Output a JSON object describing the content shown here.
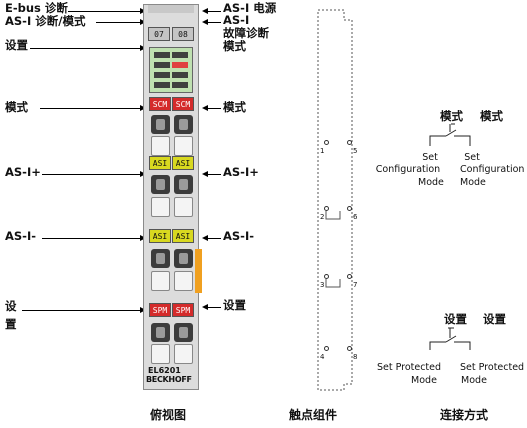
{
  "left_labels": {
    "ebus_diag": "E-bus 诊断",
    "asi_diag_mode": "AS-I 诊断/模式",
    "settings": "设置",
    "mode": "模式",
    "asi_plus": "AS-I+",
    "asi_minus": "AS-I-",
    "settings_bottom_1": "设",
    "settings_bottom_2": "置"
  },
  "right_labels": {
    "asi_power": "AS-I 电源",
    "asi_fault_1": "AS-I",
    "asi_fault_2": "故障诊断",
    "mode_top": "模式",
    "mode": "模式",
    "asi_plus": "AS-I+",
    "asi_minus": "AS-I-",
    "settings": "设置"
  },
  "module": {
    "led_left_top": "07",
    "led_right_top": "08",
    "led_scm": "SCM",
    "led_asi": "ASI",
    "led_spm": "SPM",
    "model": "EL6201",
    "brand": "BECKHOFF"
  },
  "contacts": {
    "n1": "1",
    "n2": "2",
    "n3": "3",
    "n4": "4",
    "n5": "5",
    "n6": "6",
    "n7": "7",
    "n8": "8"
  },
  "connection": {
    "mode_left": "模式",
    "mode_right": "模式",
    "set_config_left_1": "Set",
    "set_config_left_2": "Configuration",
    "set_config_left_3": "Mode",
    "set_config_right_1": "Set",
    "set_config_right_2": "Configuration",
    "set_config_right_3": "Mode",
    "settings_left": "设置",
    "settings_right": "设置",
    "protected_left_1": "Set Protected",
    "protected_left_2": "Mode",
    "protected_right_1": "Set Protected",
    "protected_right_2": "Mode"
  },
  "captions": {
    "top_view": "俯视图",
    "contacts": "触点组件",
    "connection": "连接方式"
  }
}
